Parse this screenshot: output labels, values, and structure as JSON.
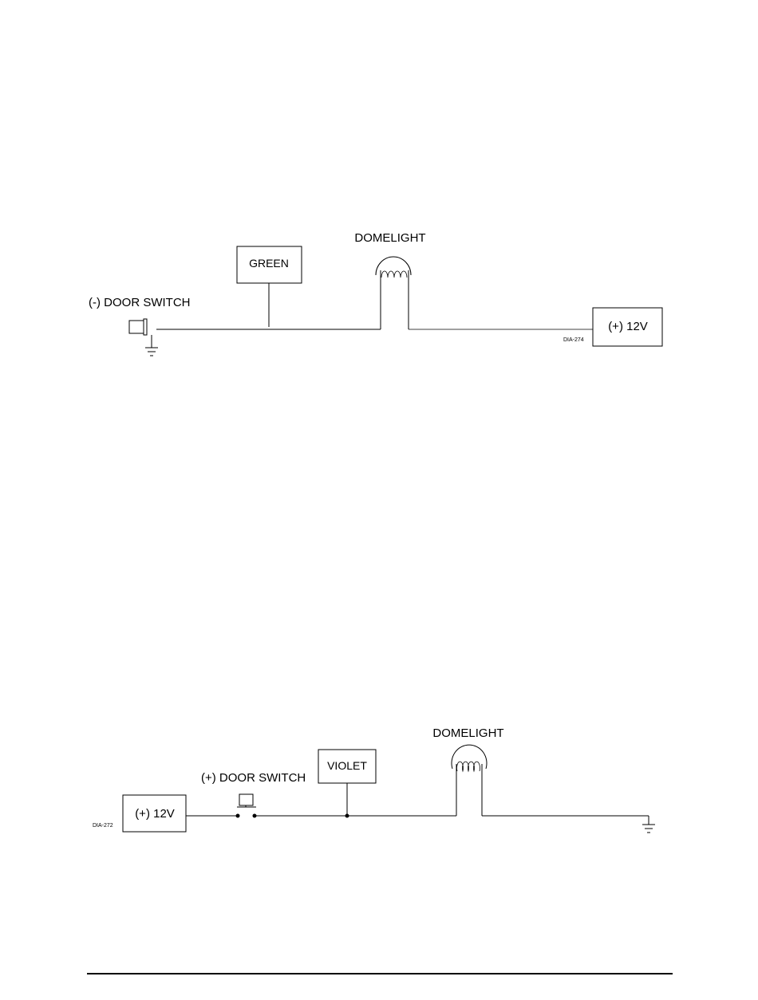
{
  "diagram_top": {
    "door_switch_label": "(-) DOOR SWITCH",
    "wire_label": "GREEN",
    "light_label": "DOMELIGHT",
    "power_label": "(+) 12V",
    "diagram_id": "DIA-274"
  },
  "diagram_bottom": {
    "door_switch_label": "(+) DOOR SWITCH",
    "wire_label": "VIOLET",
    "light_label": "DOMELIGHT",
    "power_label": "(+) 12V",
    "diagram_id": "DIA-272"
  }
}
